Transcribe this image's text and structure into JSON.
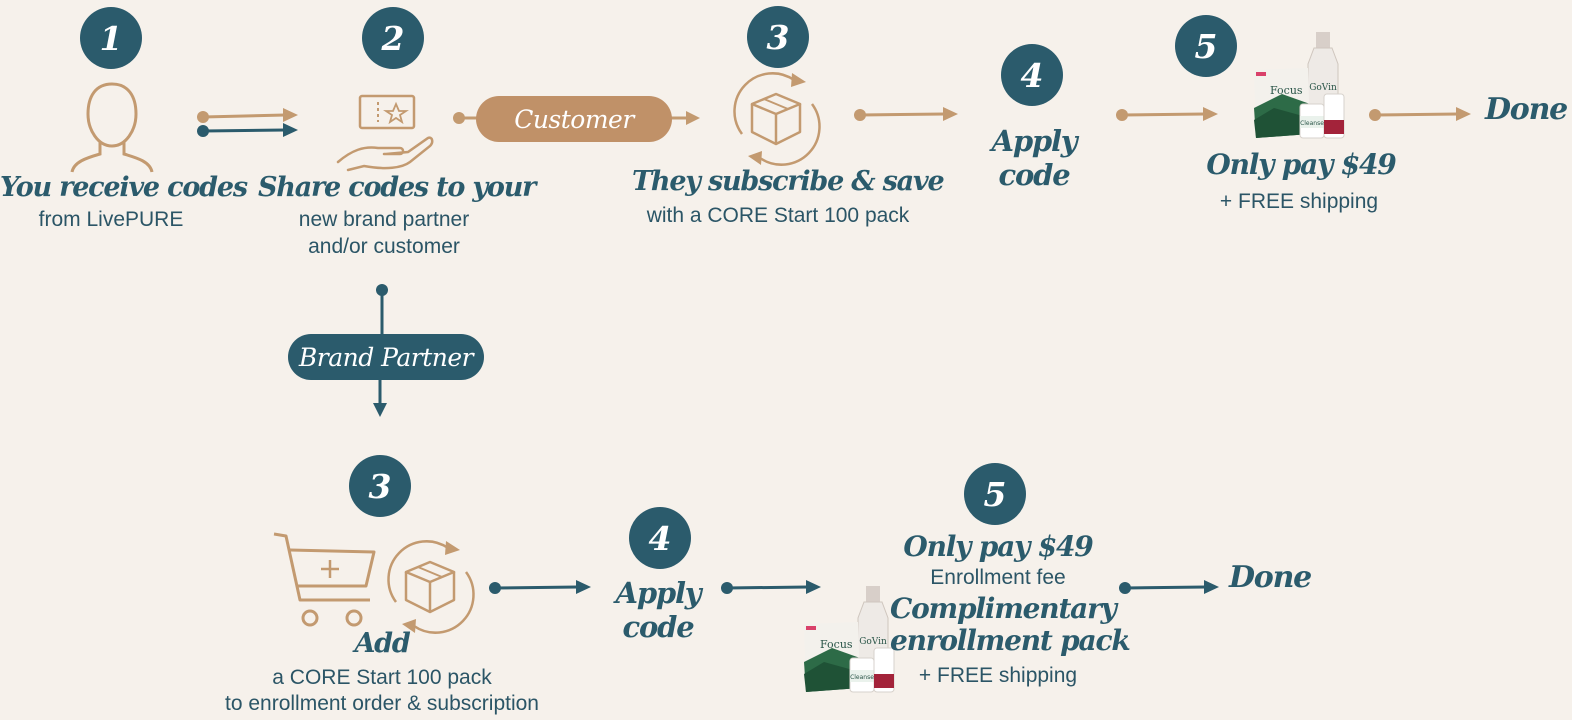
{
  "colors": {
    "teal": "#2b5b6c",
    "tan": "#c39a70",
    "background": "#f6f1eb"
  },
  "top_flow": {
    "step1": {
      "number": "1",
      "title": "You receive codes",
      "subtitle": "from LivePURE",
      "icon": "person-icon"
    },
    "step2": {
      "number": "2",
      "title": "Share codes to your",
      "subtitle_lines": [
        "new brand partner",
        "and/or customer"
      ],
      "icon": "hand-ticket-icon"
    },
    "customer_label": "Customer",
    "step3": {
      "number": "3",
      "title": "They subscribe & save",
      "subtitle": "with a CORE Start 100 pack",
      "icon": "box-subscribe-icon"
    },
    "step4": {
      "number": "4",
      "title_lines": [
        "Apply",
        "code"
      ]
    },
    "step5": {
      "number": "5",
      "title": "Only pay $49",
      "subtitle": "+ FREE shipping",
      "image": "product-bundle"
    },
    "done": "Done"
  },
  "bottom_flow": {
    "brand_partner_label": "Brand Partner",
    "step3": {
      "number": "3",
      "title": "Add",
      "subtitle_lines": [
        "a CORE Start 100 pack",
        "to enrollment order & subscription"
      ],
      "icons": [
        "cart-icon",
        "box-subscribe-icon"
      ]
    },
    "step4": {
      "number": "4",
      "title_lines": [
        "Apply",
        "code"
      ]
    },
    "step5": {
      "number": "5",
      "title": "Only pay $49",
      "fee": "Enrollment fee",
      "pack_lines": [
        "Complimentary",
        "enrollment pack"
      ],
      "shipping": "+ FREE shipping",
      "image": "product-bundle"
    },
    "done": "Done"
  },
  "product_labels": {
    "pouch": "Focus",
    "bottle": "GoVin",
    "jar1": "Cleanse"
  }
}
